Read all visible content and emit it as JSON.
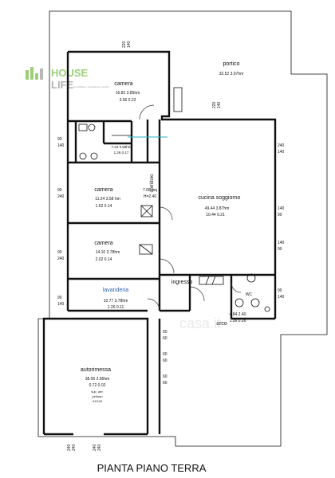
{
  "logo": {
    "line1": "HOUSE",
    "line2": "LIFE",
    "small": "immobiliare • consulenza • servizi"
  },
  "watermark": "casa.it",
  "footer_title": "PIANTA PIANO TERRA",
  "rooms": {
    "camera_top": {
      "name": "camera",
      "l1": "16.83 3.85hm",
      "l2": "3.96 0.23"
    },
    "portico": {
      "name": "portico",
      "l1": "32.52 3.97hm"
    },
    "bagno_small": {
      "l1": "7.24 3.58hm",
      "l2": "1.26 0.17"
    },
    "corridoio": {
      "name": "corridoio",
      "l1": "7.08 mq",
      "l2": "H=2.40"
    },
    "camera_mid": {
      "name": "camera",
      "l1": "11.24 3.58 hm",
      "l2": "1.62 0.14"
    },
    "camera_low": {
      "name": "camera",
      "l1": "14.10 3.78hm",
      "l2": "2.02 0.14"
    },
    "cucina": {
      "name": "cucina soggiorno",
      "l1": "49.44 3.87hm",
      "l2": "10.44 0.21"
    },
    "lavanderia": {
      "name": "lavanderia",
      "l1": "10.77 3.78hm",
      "l2": "1.26 0.11"
    },
    "ingresso": {
      "name": "ingresso"
    },
    "wc": {
      "name": "WC"
    },
    "arco": {
      "name": "arco"
    },
    "arco_vals": {
      "l1": "4.84 2.40",
      "l2": "1.26 0.26"
    },
    "autorimessa": {
      "name": "autorimessa",
      "l1": "38.06 2.96hm",
      "l2": "0.72 0.02",
      "n1": "sup. aer.",
      "n2": "pelman",
      "n3": "31/100"
    }
  },
  "windows": {
    "w220_top": "220",
    "w140_top": "140",
    "w220_mid": "220",
    "w140_mid": "140",
    "w90a": "90",
    "w140a": "140",
    "w90b": "90",
    "w240b": "240",
    "w90c": "90",
    "w240c": "240",
    "w90d": "90",
    "w140d": "140",
    "r240a": "240",
    "r140a": "140",
    "r140b": "140",
    "r90b": "90",
    "r140c": "140",
    "r90c": "90",
    "r90d": "90",
    "r140d": "140",
    "g60a": "60",
    "g60b": "60",
    "g60c": "60",
    "g60d": "60",
    "g60e": "60",
    "g60f": "60",
    "b240a": "240",
    "b240b": "240",
    "b240c": "240",
    "b240d": "240"
  }
}
